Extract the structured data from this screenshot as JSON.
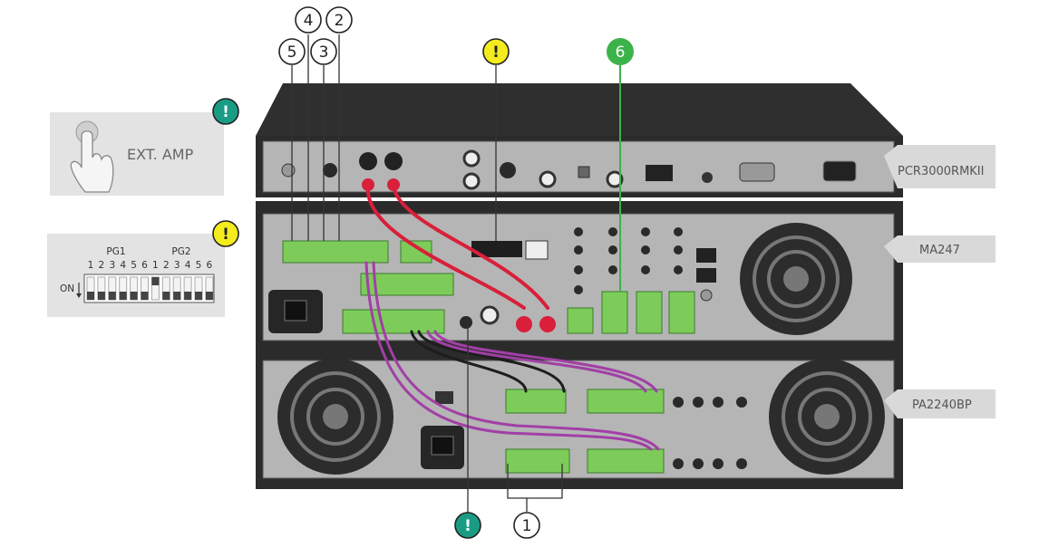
{
  "devices": {
    "top": "PCR3000RMKII",
    "middle": "MA247",
    "bottom": "PA2240BP"
  },
  "ext_amp": {
    "label": "EXT. AMP"
  },
  "dip_switch": {
    "group1": "PG1",
    "group2": "PG2",
    "on_label": "ON",
    "numbers": [
      "1",
      "2",
      "3",
      "4",
      "5",
      "6",
      "1",
      "2",
      "3",
      "4",
      "5",
      "6"
    ],
    "states": [
      0,
      0,
      0,
      0,
      0,
      0,
      1,
      0,
      0,
      0,
      0,
      0
    ]
  },
  "callouts": {
    "c1": "1",
    "c2": "2",
    "c3": "3",
    "c4": "4",
    "c5": "5",
    "c6": "6",
    "warn": "!"
  },
  "colors": {
    "warning_yellow": "#f3ec1e",
    "info_teal": "#1a9c84",
    "green_callout": "#3bb34a",
    "terminal_green": "#7dcc5a",
    "speaker_wire": "#d91f3a",
    "signal_wire": "#a23fa6",
    "black_wire": "#1d1d1d",
    "chassis": "#3a3a3a",
    "panel": "#b5b5b5"
  }
}
